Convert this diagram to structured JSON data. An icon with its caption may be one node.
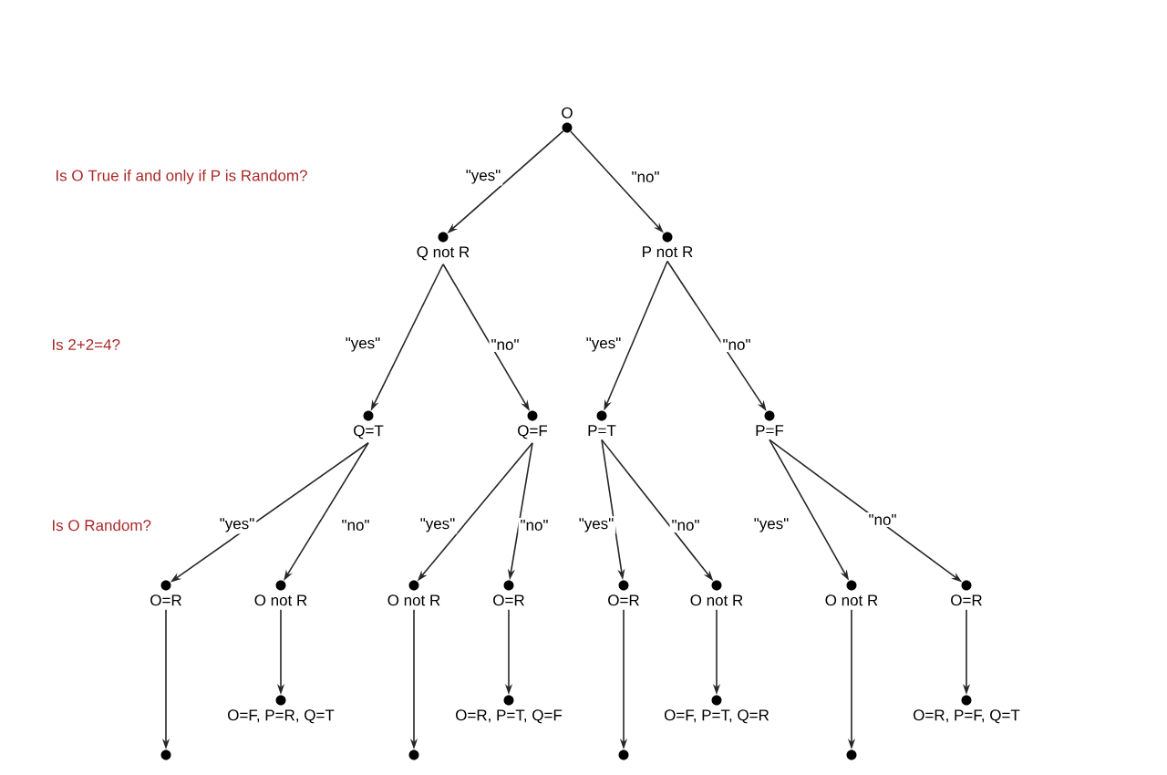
{
  "diagram": {
    "nodes": [
      {
        "text": [
          "O"
        ]
      },
      {
        "text": [
          "Q not R"
        ]
      },
      {
        "text": [
          "P not R"
        ]
      },
      {
        "text": [
          "Q=T"
        ]
      },
      {
        "text": [
          "Q=F"
        ]
      },
      {
        "text": [
          "P=T"
        ]
      },
      {
        "text": [
          "P=F"
        ]
      },
      {
        "text": [
          "O=R"
        ]
      },
      {
        "text": [
          "O not R"
        ]
      },
      {
        "text": [
          "O not R"
        ]
      },
      {
        "text": [
          "O=R"
        ]
      },
      {
        "text": [
          "O=R"
        ]
      },
      {
        "text": [
          "O not R"
        ]
      },
      {
        "text": [
          "O not R"
        ]
      },
      {
        "text": [
          "O=R"
        ]
      },
      {
        "text": [],
        "shape": "circle"
      },
      {
        "text": [
          "O=F, P=R, Q=T"
        ]
      },
      {
        "text": [],
        "shape": "circle"
      },
      {
        "text": [
          "O=R, P=T, Q=F"
        ]
      },
      {
        "text": [],
        "shape": "circle"
      },
      {
        "text": [
          "O=F, P=T, Q=R"
        ]
      },
      {
        "text": [],
        "shape": "circle"
      },
      {
        "text": [
          "O=R, P=F, Q=T"
        ]
      }
    ],
    "edges": [
      {
        "from": 0,
        "to": 1,
        "arrow": "to",
        "label": "\"yes\""
      },
      {
        "from": 0,
        "to": 2,
        "arrow": "to",
        "label": "\"no\""
      },
      {
        "from": 1,
        "to": 3,
        "arrow": "to",
        "label": "\"yes\""
      },
      {
        "from": 1,
        "to": 4,
        "arrow": "to",
        "label": "\"no\""
      },
      {
        "from": 2,
        "to": 5,
        "arrow": "to",
        "label": "\"yes\""
      },
      {
        "from": 2,
        "to": 6,
        "arrow": "to",
        "label": "\"no\""
      },
      {
        "from": 3,
        "to": 7,
        "arrow": "to",
        "label": "\"yes\""
      },
      {
        "from": 3,
        "to": 8,
        "arrow": "to",
        "label": "\"no\""
      },
      {
        "from": 4,
        "to": 9,
        "arrow": "to",
        "label": "\"yes\""
      },
      {
        "from": 4,
        "to": 10,
        "arrow": "to",
        "label": "\"no\""
      },
      {
        "from": 5,
        "to": 11,
        "arrow": "to",
        "label": "\"yes\""
      },
      {
        "from": 5,
        "to": 12,
        "arrow": "to",
        "label": "\"no\""
      },
      {
        "from": 6,
        "to": 13,
        "arrow": "to",
        "label": "\"yes\""
      },
      {
        "from": 6,
        "to": 14,
        "arrow": "to",
        "label": "\"no\""
      },
      {
        "from": 7,
        "to": 15,
        "arrow": "to"
      },
      {
        "from": 8,
        "to": 16,
        "arrow": "to"
      },
      {
        "from": 9,
        "to": 17,
        "arrow": "to"
      },
      {
        "from": 10,
        "to": 18,
        "arrow": "to"
      },
      {
        "from": 11,
        "to": 19,
        "arrow": "to"
      },
      {
        "from": 12,
        "to": 20,
        "arrow": "to"
      },
      {
        "from": 13,
        "to": 21,
        "arrow": "to"
      },
      {
        "from": 14,
        "to": 22,
        "arrow": "to"
      }
    ],
    "labels": [
      "Is O True if and only if P is Random?",
      "Is 2+2=4?",
      "Is O Random?"
    ]
  }
}
